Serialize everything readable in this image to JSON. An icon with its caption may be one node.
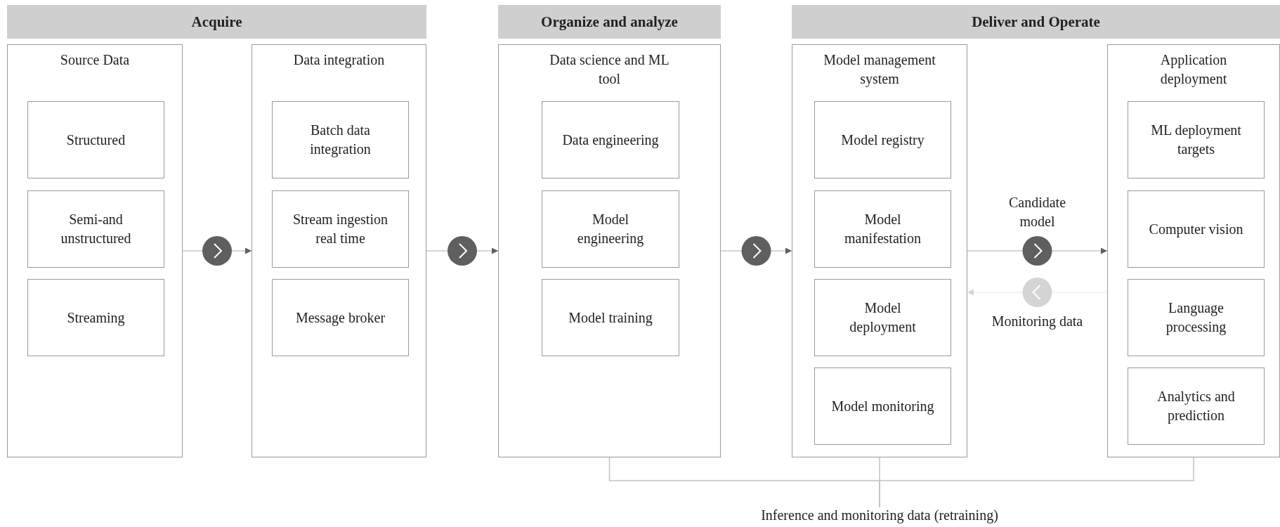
{
  "diagram": {
    "nodes": [
      {
        "text": [
          "Acquire"
        ]
      },
      {
        "text": [
          "Organize and analyze"
        ]
      },
      {
        "text": [
          "Deliver and Operate"
        ]
      },
      {
        "text": [
          "Source Data"
        ]
      },
      {
        "text": [
          "Structured"
        ],
        "in": 3
      },
      {
        "text": [
          "Semi-and unstructured"
        ],
        "in": 3
      },
      {
        "text": [
          "Streaming"
        ],
        "in": 3
      },
      {
        "text": [
          "Data integration"
        ]
      },
      {
        "text": [
          "Batch data integration"
        ],
        "in": 7
      },
      {
        "text": [
          "Stream ingestion real time"
        ],
        "in": 7
      },
      {
        "text": [
          "Message broker"
        ],
        "in": 7
      },
      {
        "text": [
          "Data science and ML tool"
        ]
      },
      {
        "text": [
          "Data engineering"
        ],
        "in": 11
      },
      {
        "text": [
          "Model engineering"
        ],
        "in": 11
      },
      {
        "text": [
          "Model training"
        ],
        "in": 11
      },
      {
        "text": [
          "Model management system"
        ]
      },
      {
        "text": [
          "Model registry"
        ],
        "in": 15
      },
      {
        "text": [
          "Model manifestation"
        ],
        "in": 15
      },
      {
        "text": [
          "Model deployment"
        ],
        "in": 15
      },
      {
        "text": [
          "Model monitoring"
        ],
        "in": 15
      },
      {
        "text": [
          "Application deployment"
        ]
      },
      {
        "text": [
          "ML deployment targets"
        ],
        "in": 20
      },
      {
        "text": [
          "Computer vision"
        ],
        "in": 20
      },
      {
        "text": [
          "Language processing"
        ],
        "in": 20
      },
      {
        "text": [
          "Analytics and prediction"
        ],
        "in": 20
      },
      {
        "text": [
          "Inference and monitoring data (retraining)"
        ]
      }
    ],
    "edges": [
      {
        "from": 3,
        "to": 7,
        "arrow": "to"
      },
      {
        "from": 7,
        "to": 11,
        "arrow": "to"
      },
      {
        "from": 11,
        "to": 15,
        "arrow": "to"
      },
      {
        "from": 15,
        "to": 20,
        "arrow": "to",
        "label": "Candidate model"
      },
      {
        "from": 20,
        "to": 15,
        "arrow": "to",
        "label": "Monitoring data",
        "color": "#d4d4d4"
      },
      {
        "from": 11,
        "to": 25,
        "arrow": "none",
        "color": "#c4c4c4"
      },
      {
        "from": 15,
        "to": 25,
        "arrow": "none",
        "color": "#c4c4c4"
      },
      {
        "from": 20,
        "to": 25,
        "arrow": "none",
        "color": "#c4c4c4"
      }
    ]
  }
}
